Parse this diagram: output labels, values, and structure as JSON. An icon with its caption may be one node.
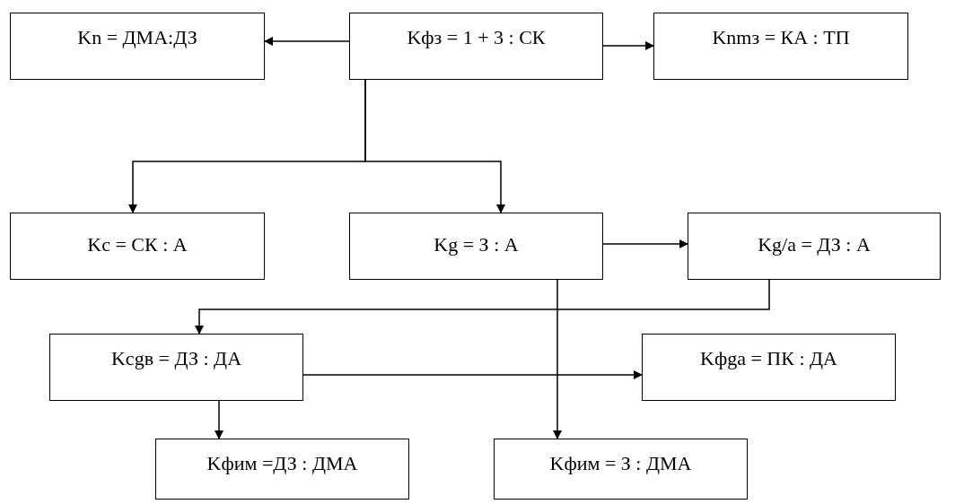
{
  "diagram": {
    "nodes": [
      {
        "text": [
          "Kn = ДМА:ДЗ"
        ]
      },
      {
        "text": [
          "Kфз = 1 + 3 : СК"
        ]
      },
      {
        "text": [
          "Knmз = КА : ТП"
        ]
      },
      {
        "text": [
          "Kc = СК : А"
        ]
      },
      {
        "text": [
          "Kg = З : А"
        ]
      },
      {
        "text": [
          "Kg/a = ДЗ : А"
        ]
      },
      {
        "text": [
          "Kcgв = ДЗ : ДА"
        ]
      },
      {
        "text": [
          "Kфgа = ПК : ДА"
        ]
      },
      {
        "text": [
          "Kфим =ДЗ : ДМА"
        ]
      },
      {
        "text": [
          "Kфим = З : ДМА"
        ]
      }
    ],
    "edges": [
      {
        "from": 1,
        "to": 0,
        "arrow": "to"
      },
      {
        "from": 1,
        "to": 2,
        "arrow": "to"
      },
      {
        "from": 1,
        "to": 3,
        "arrow": "to"
      },
      {
        "from": 1,
        "to": 4,
        "arrow": "to"
      },
      {
        "from": 4,
        "to": 5,
        "arrow": "to"
      },
      {
        "from": 5,
        "to": 6,
        "arrow": "to"
      },
      {
        "from": 4,
        "to": 9,
        "arrow": "to"
      },
      {
        "from": 6,
        "to": 7,
        "arrow": "to"
      },
      {
        "from": 6,
        "to": 8,
        "arrow": "to"
      }
    ]
  }
}
